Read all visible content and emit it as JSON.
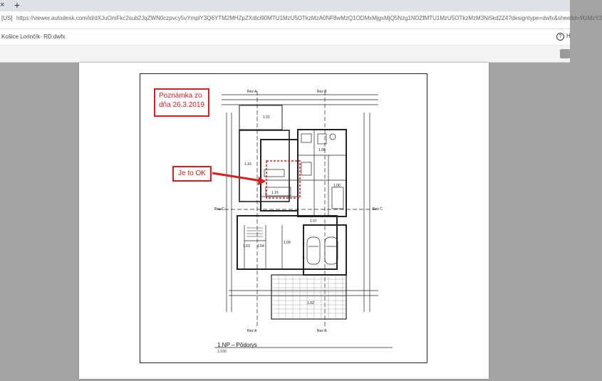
{
  "browser": {
    "close_glyph": "×",
    "new_tab_glyph": "+",
    "address_prefix": "[US]",
    "url": "https://viewer.autodesk.com/id/dXJuOmFkc2sub2JqZWN0czpvcy5vYmplY3Q6YTM2MHZpZXdlci90MTU1MzU5OTkzMzA0NF8wMzQ1ODMxMjgxMjQ5Nzg1NDZfMTU1MzU5OTkzMzM3Ni5kd2Z4?designtype=dwfx&sheetId=MzMzY2"
  },
  "app": {
    "file_name": "Košice Lorinčík- RD.dwfx",
    "help_icon": "help-circle-icon",
    "help_label": "H"
  },
  "drawing": {
    "note_text": "Poznámka zo dňa 26.3.2019",
    "ok_text": "Je to OK",
    "title": "1.NP – Pôdorys",
    "scale": "1:100",
    "section_labels": {
      "rez_a_top": "Rez A",
      "rez_b_top": "Rez B",
      "rez_c_left": "Rez C",
      "rez_c_right": "Rez C",
      "rez_a_bottom": "Rez A",
      "rez_b_bottom": "Rez B"
    },
    "room_labels": [
      "1.01",
      "1.16",
      "1.15",
      "1.06",
      "1.03",
      "1.04",
      "1.09",
      "1.02",
      "1.07",
      "1.08"
    ],
    "annotation_color": "#d21f1f"
  }
}
